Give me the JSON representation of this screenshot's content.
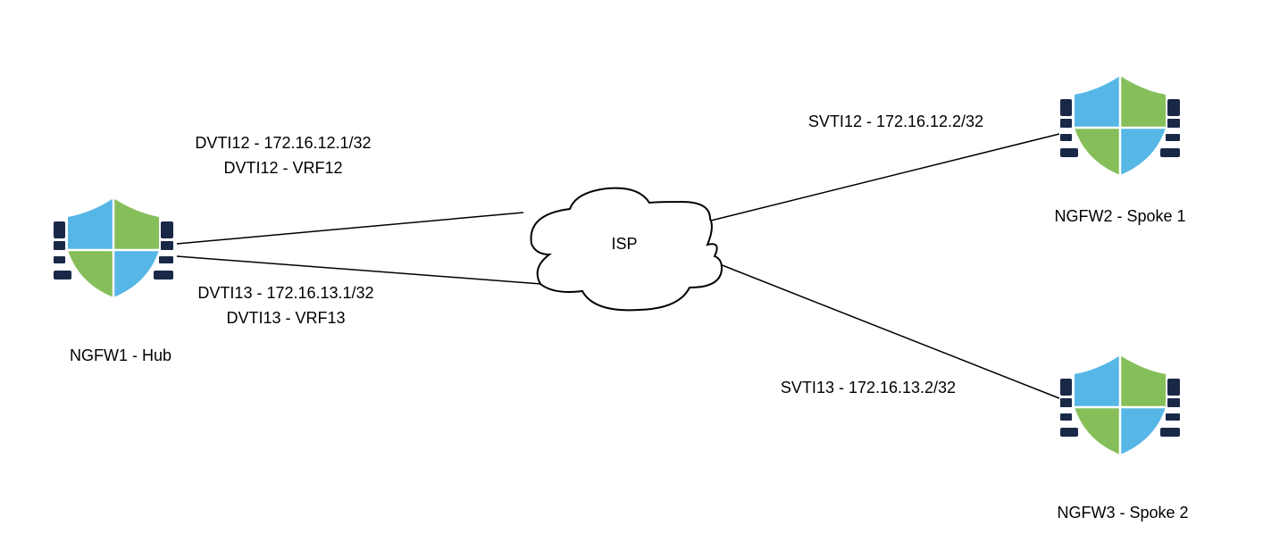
{
  "colors": {
    "shield_blue": "#56b7e6",
    "shield_green": "#86bf5a",
    "bricks": "#1a2848",
    "line": "#000000"
  },
  "cloud": {
    "label": "ISP",
    "icon": "cloud-icon"
  },
  "nodes": {
    "hub": {
      "label": "NGFW1 - Hub",
      "icon": "firewall-icon"
    },
    "spoke1": {
      "label": "NGFW2 - Spoke 1",
      "icon": "firewall-icon"
    },
    "spoke2": {
      "label": "NGFW3 - Spoke 2",
      "icon": "firewall-icon"
    }
  },
  "links": {
    "hub_dvti12": {
      "line1": "DVTI12 - 172.16.12.1/32",
      "line2": "DVTI12 - VRF12"
    },
    "hub_dvti13": {
      "line1": "DVTI13 - 172.16.13.1/32",
      "line2": "DVTI13 - VRF13"
    },
    "spoke1_svti12": {
      "line1": "SVTI12 - 172.16.12.2/32"
    },
    "spoke2_svti13": {
      "line1": "SVTI13 - 172.16.13.2/32"
    }
  }
}
